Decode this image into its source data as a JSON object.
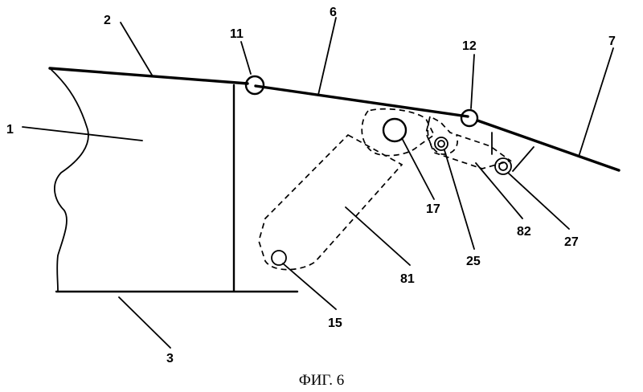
{
  "figure": {
    "caption": "ФИГ. 6",
    "labels": {
      "l1": "1",
      "l2": "2",
      "l3": "3",
      "l6": "6",
      "l7": "7",
      "l11": "11",
      "l12": "12",
      "l15": "15",
      "l17": "17",
      "l25": "25",
      "l27": "27",
      "l81": "81",
      "l82": "82"
    }
  }
}
